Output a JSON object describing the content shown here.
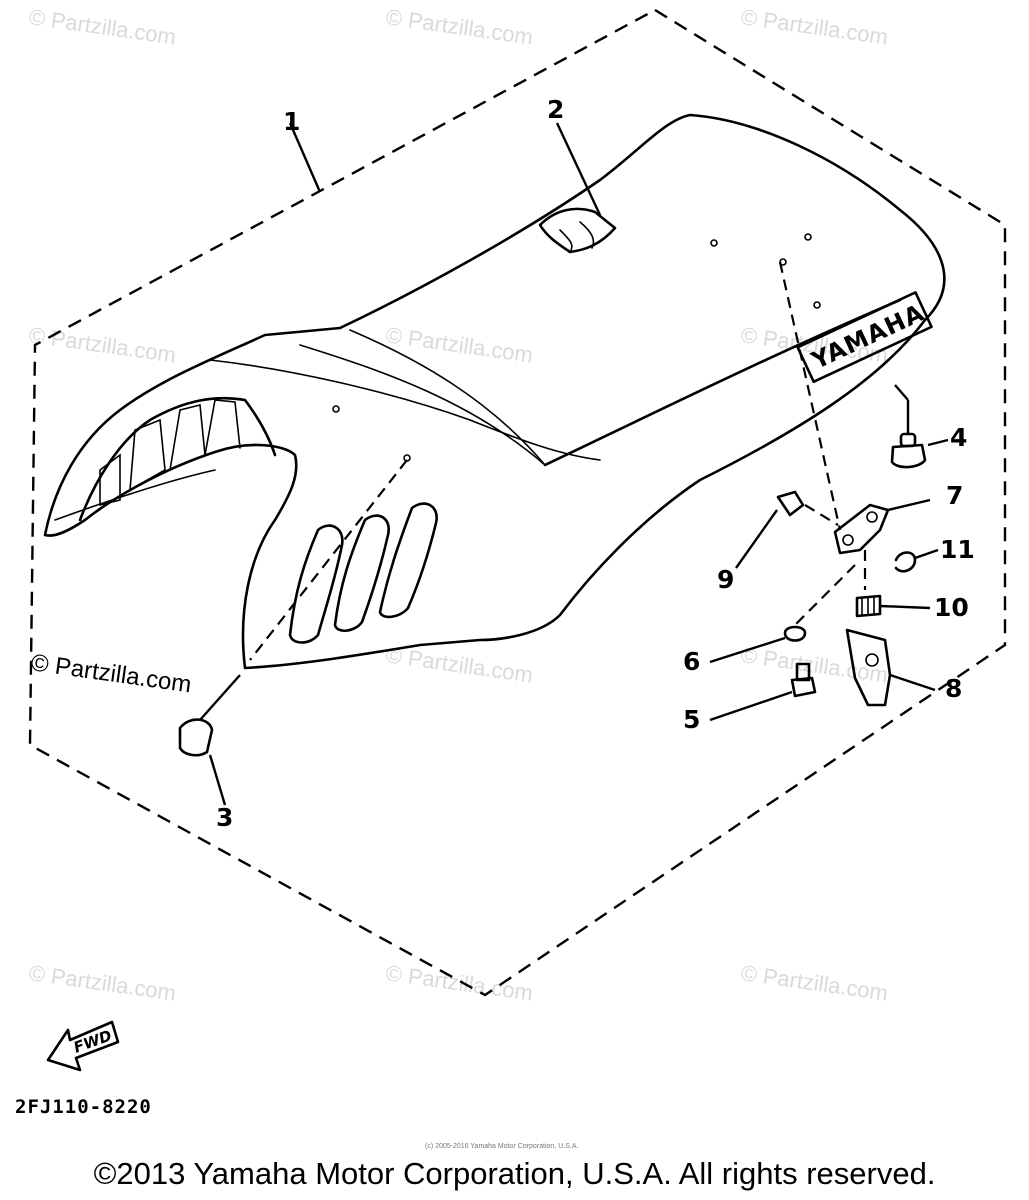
{
  "watermark": "© Partzilla.com",
  "watermark_large": "© Partzilla.com",
  "seat_logo": "YAMAHA",
  "fwd_label": "FWD",
  "diagram_code": "2FJ110-8220",
  "tiny_credit": "(c) 2005-2016 Yamaha Motor Corporation, U.S.A.",
  "copyright": "©2013 Yamaha Motor Corporation, U.S.A. All rights reserved.",
  "callouts": [
    {
      "id": "1",
      "label": "1"
    },
    {
      "id": "2",
      "label": "2"
    },
    {
      "id": "3",
      "label": "3"
    },
    {
      "id": "4",
      "label": "4"
    },
    {
      "id": "5",
      "label": "5"
    },
    {
      "id": "6",
      "label": "6"
    },
    {
      "id": "7",
      "label": "7"
    },
    {
      "id": "8",
      "label": "8"
    },
    {
      "id": "9",
      "label": "9"
    },
    {
      "id": "10",
      "label": "10"
    },
    {
      "id": "11",
      "label": "11"
    }
  ]
}
